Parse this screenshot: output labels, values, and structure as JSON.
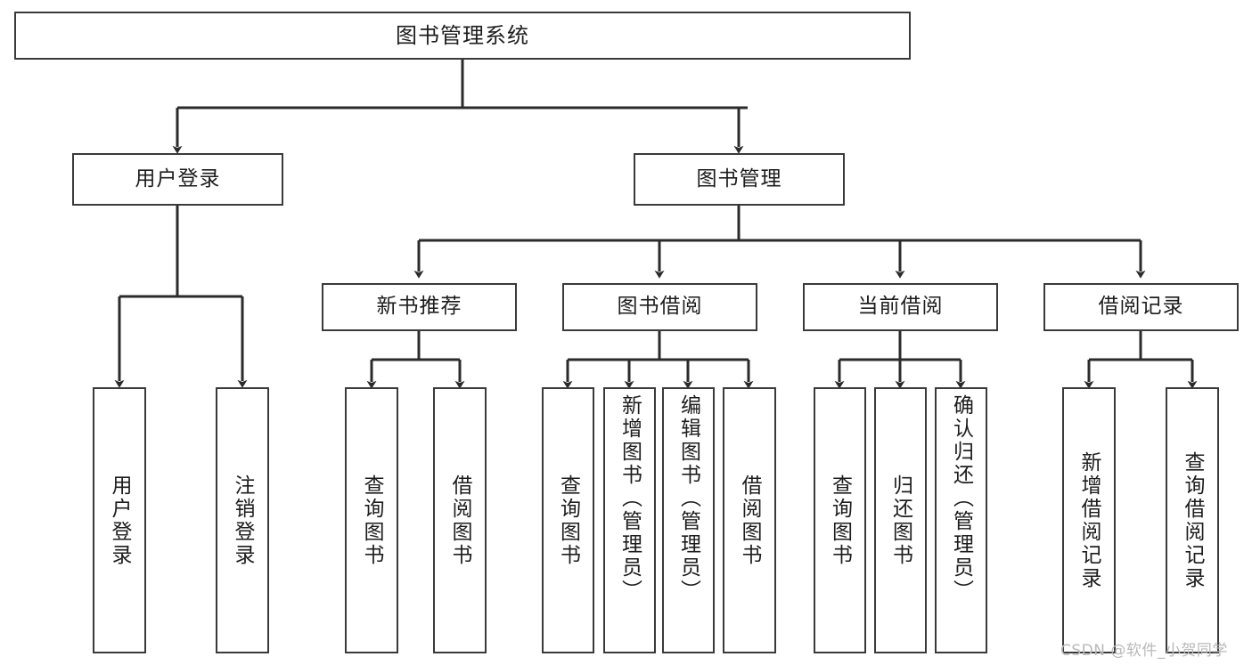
{
  "diagram": {
    "title": "图书管理系统",
    "type": "tree-hierarchy-diagram",
    "colors": {
      "box_border": "#3a3a3a",
      "box_fill": "#ffffff",
      "line": "#2b2b2b",
      "text": "#1d1d1d",
      "watermark": "#b9b9b9",
      "background": "#ffffff"
    },
    "root": {
      "label": "图书管理系统"
    },
    "level2": [
      {
        "label": "用户登录"
      },
      {
        "label": "图书管理"
      }
    ],
    "level3": [
      {
        "label": "新书推荐"
      },
      {
        "label": "图书借阅"
      },
      {
        "label": "当前借阅"
      },
      {
        "label": "借阅记录"
      }
    ],
    "leaves": {
      "user_login": [
        {
          "label": "用户登录"
        },
        {
          "label": "注销登录"
        }
      ],
      "new_book_recommend": [
        {
          "label": "查询图书"
        },
        {
          "label": "借阅图书"
        }
      ],
      "book_borrow": [
        {
          "label": "查询图书"
        },
        {
          "label": "新增图书（管理员）"
        },
        {
          "label": "编辑图书（管理员）"
        },
        {
          "label": "借阅图书"
        }
      ],
      "current_borrow": [
        {
          "label": "查询图书"
        },
        {
          "label": "归还图书"
        },
        {
          "label": "确认归还（管理员）"
        }
      ],
      "borrow_record": [
        {
          "label": "新增借阅记录"
        },
        {
          "label": "查询借阅记录"
        }
      ]
    }
  },
  "watermark": {
    "text": "CSDN @软件_小贺同学"
  }
}
